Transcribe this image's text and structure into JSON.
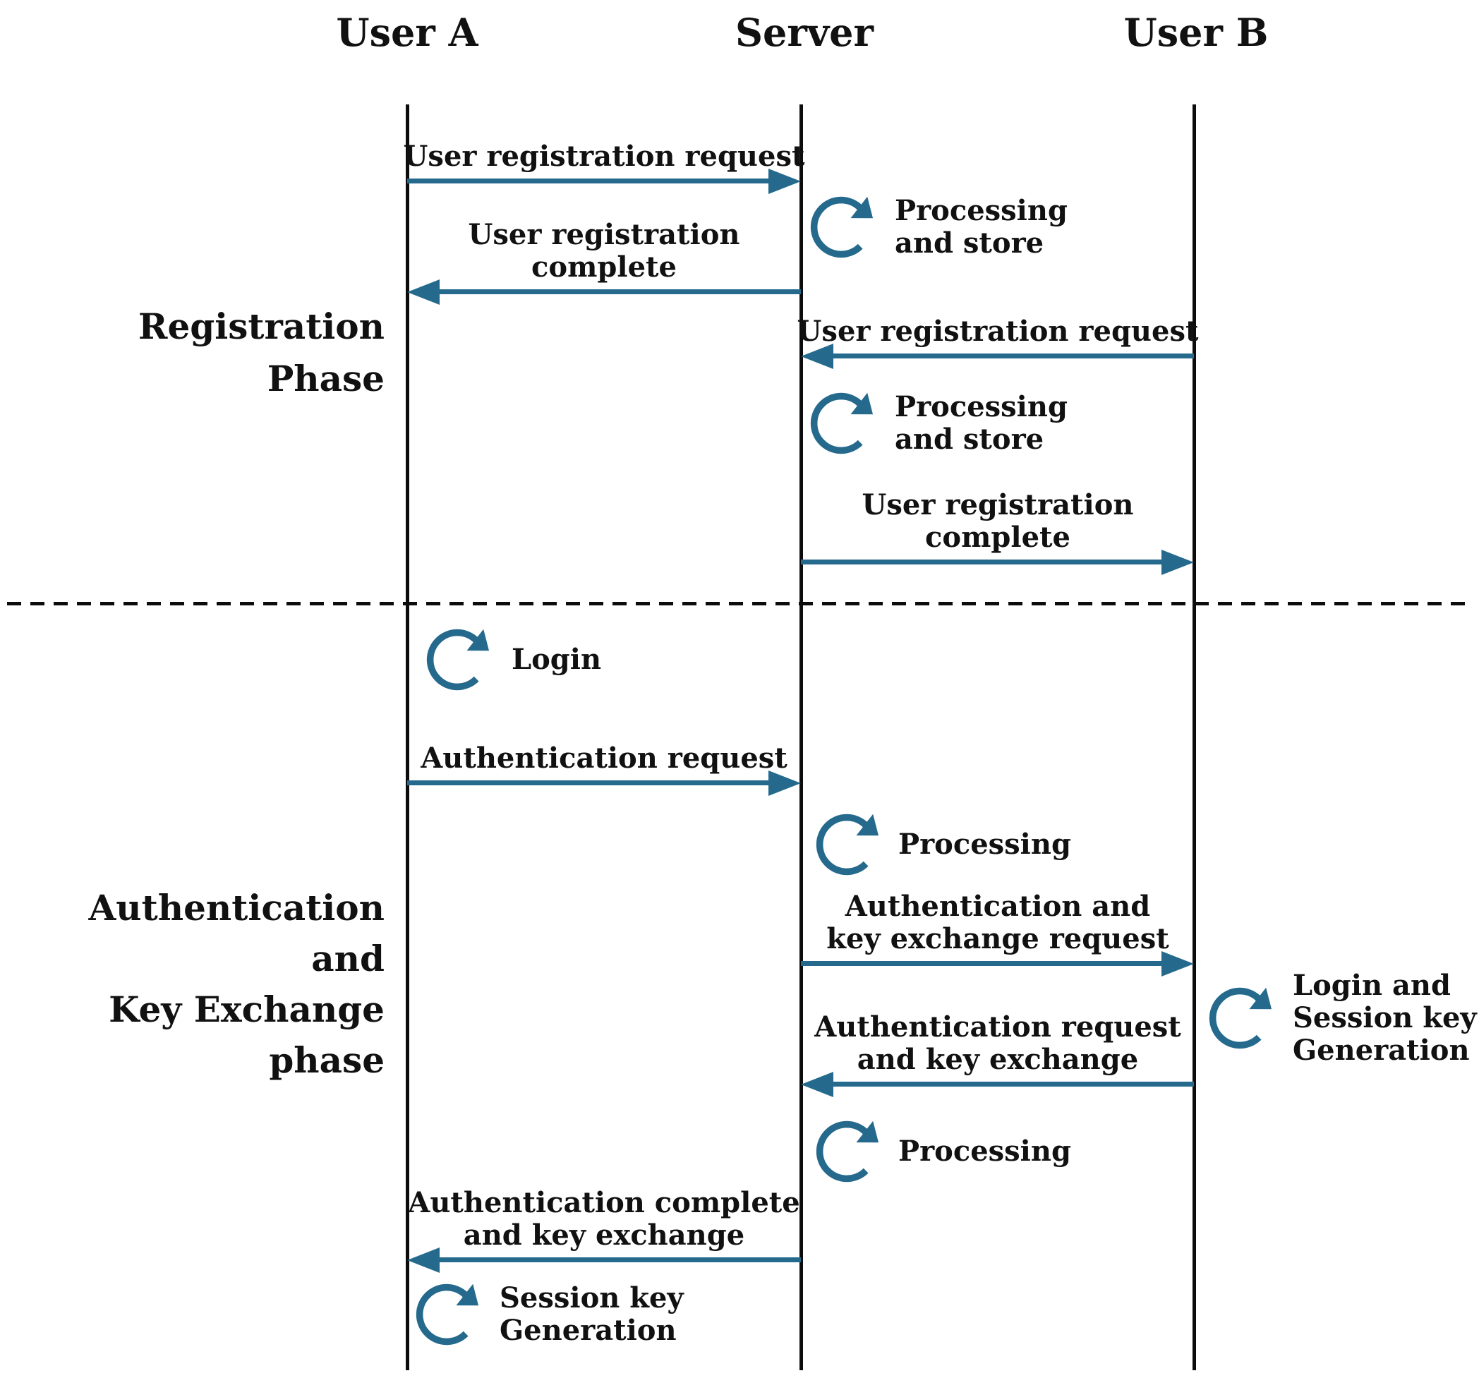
{
  "diagram": {
    "type": "sequence-diagram",
    "accent_color": "#256a8d",
    "line_color": "#111111",
    "actors": [
      {
        "label": "User A"
      },
      {
        "label": "Server"
      },
      {
        "label": "User B"
      }
    ],
    "phases": [
      {
        "label": "Registration\nPhase"
      },
      {
        "label": "Authentication\nand\nKey Exchange\nphase"
      }
    ],
    "messages": [
      {
        "from": "User A",
        "to": "Server",
        "label": "User registration request"
      },
      {
        "from": "Server",
        "to": "User A",
        "label": "User registration\ncomplete"
      },
      {
        "from": "User B",
        "to": "Server",
        "label": "User registration request"
      },
      {
        "from": "Server",
        "to": "User B",
        "label": "User registration\ncomplete"
      },
      {
        "from": "User A",
        "to": "Server",
        "label": "Authentication request"
      },
      {
        "from": "Server",
        "to": "User B",
        "label": "Authentication and\nkey exchange request"
      },
      {
        "from": "User B",
        "to": "Server",
        "label": "Authentication request\nand key exchange"
      },
      {
        "from": "Server",
        "to": "User A",
        "label": "Authentication complete\nand key exchange"
      }
    ],
    "self_actions": [
      {
        "actor": "Server",
        "label": "Processing\nand store"
      },
      {
        "actor": "Server",
        "label": "Processing\nand store"
      },
      {
        "actor": "User A",
        "label": "Login"
      },
      {
        "actor": "Server",
        "label": "Processing"
      },
      {
        "actor": "User B",
        "label": "Login and\nSession key\nGeneration"
      },
      {
        "actor": "Server",
        "label": "Processing"
      },
      {
        "actor": "User A",
        "label": "Session key\nGeneration"
      }
    ]
  }
}
